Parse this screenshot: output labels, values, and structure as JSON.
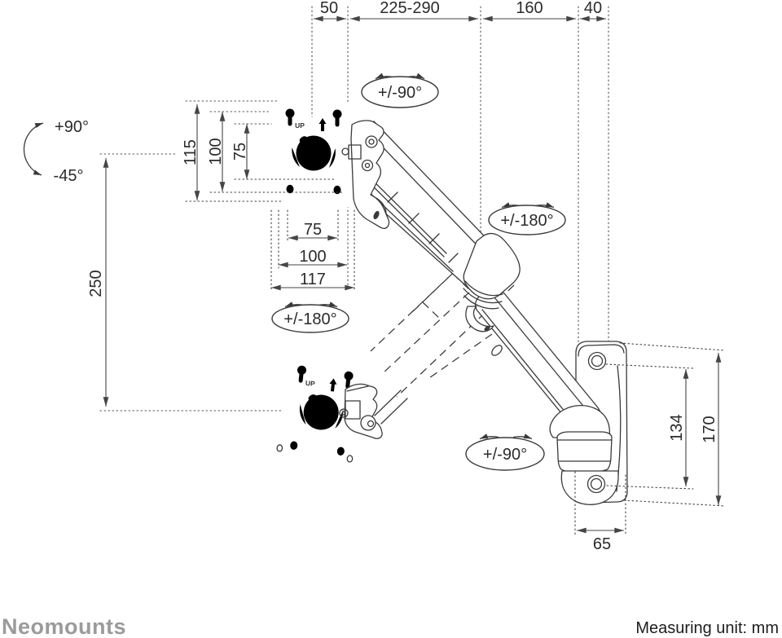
{
  "footer": {
    "brand": "Neomounts",
    "unit_note": "Measuring unit: mm"
  },
  "dimensions": {
    "head_depth": "50",
    "horizontal_reach": "225-290",
    "rear_arm_length": "160",
    "wall_clearance": "40",
    "plate_height": "115",
    "vesa_vertical_100": "100",
    "vesa_vertical_75": "75",
    "vesa_horizontal_75": "75",
    "vesa_horizontal_100": "100",
    "plate_width": "117",
    "height_adjustment": "250",
    "wall_hole_spacing": "134",
    "wall_plate_height": "170",
    "wall_plate_width": "65"
  },
  "angles": {
    "tilt_up": "+90°",
    "tilt_down": "-45°",
    "head_swivel": "+/-90°",
    "arm_rotation": "+/-180°",
    "plate_rotation": "+/-180°",
    "wall_swivel": "+/-90°"
  },
  "markings": {
    "up_label": "UP"
  },
  "colors": {
    "line": "#3a3a3a",
    "dimension": "#454545",
    "brand_gray": "#9b9b9b",
    "text": "#1d1d1b",
    "background": "#ffffff"
  }
}
